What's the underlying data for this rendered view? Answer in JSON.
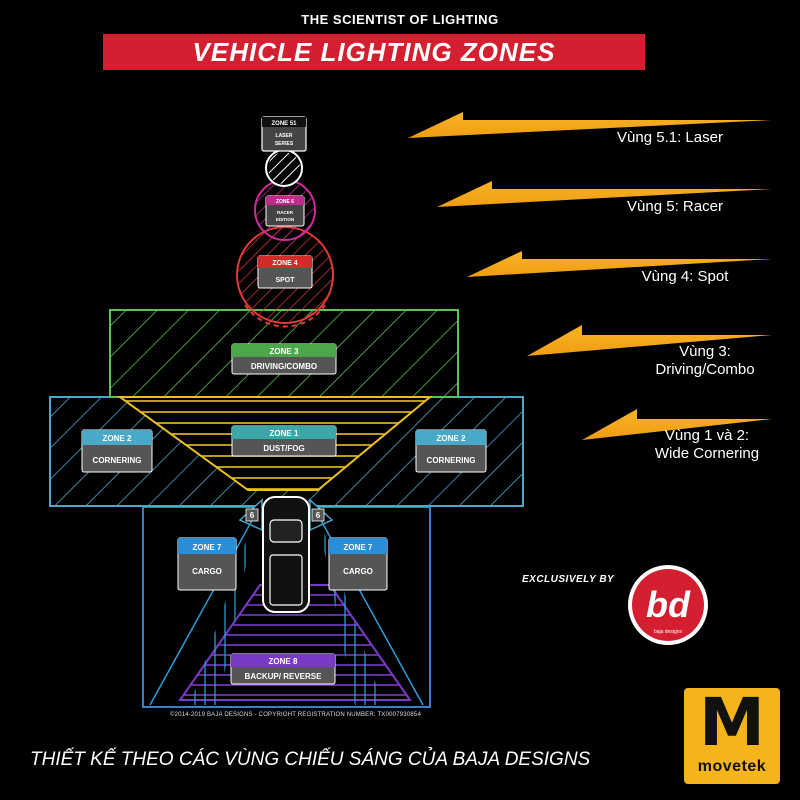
{
  "header": {
    "subtitle": "THE SCIENTIST OF LIGHTING",
    "title": "VEHICLE LIGHTING ZONES"
  },
  "zones": {
    "z51": {
      "label": "ZONE 51",
      "name_line1": "LASER",
      "name_line2": "SERIES"
    },
    "z6top": {
      "label": "ZONE 6",
      "name_line1": "RACER",
      "name_line2": "EDITION"
    },
    "z4": {
      "label": "ZONE 4",
      "name": "SPOT"
    },
    "z3": {
      "label": "ZONE 3",
      "name": "DRIVING/COMBO"
    },
    "z2left": {
      "label": "ZONE 2",
      "name": "CORNERING"
    },
    "z2right": {
      "label": "ZONE 2",
      "name": "CORNERING"
    },
    "z1": {
      "label": "ZONE 1",
      "name": "DUST/FOG"
    },
    "z6left": {
      "label": "6"
    },
    "z6right": {
      "label": "6"
    },
    "z7left": {
      "label": "ZONE 7",
      "name": "CARGO"
    },
    "z7right": {
      "label": "ZONE 7",
      "name": "CARGO"
    },
    "z8": {
      "label": "ZONE 8",
      "name": "BACKUP/ REVERSE"
    }
  },
  "arrows": [
    {
      "line1": "Vùng 5.1: Laser",
      "line2": ""
    },
    {
      "line1": "Vùng 5: Racer",
      "line2": ""
    },
    {
      "line1": "Vùng 4: Spot",
      "line2": ""
    },
    {
      "line1": "Vùng 3:",
      "line2": "Driving/Combo"
    },
    {
      "line1": "Vùng 1 và 2:",
      "line2": "Wide Cornering"
    }
  ],
  "brand": {
    "exclusive": "EXCLUSIVELY BY",
    "logo_text": "bd",
    "logo_sub": "baja designs",
    "copyright": "©2014-2019 BAJA DESIGNS - COPYRIGHT REGISTRATION NUMBER: TX0007930854"
  },
  "footer": {
    "caption": "THIẾT KẾ THEO CÁC VÙNG CHIẾU SÁNG CỦA BAJA DESIGNS"
  },
  "movetek": {
    "letter": "M",
    "name": "movetek"
  },
  "colors": {
    "banner_red": "#d31f30",
    "arrow_orange": "#f5a81c",
    "zone3_green": "#5ac15a",
    "zone2_blue": "#4aa9c9",
    "zone1_yellow": "#e9c020",
    "zone4_red": "#e33a3a",
    "zone6_magenta": "#d02a9a",
    "zone7_blue": "#2a8ed8",
    "zone8_purple": "#7a3ac8"
  }
}
